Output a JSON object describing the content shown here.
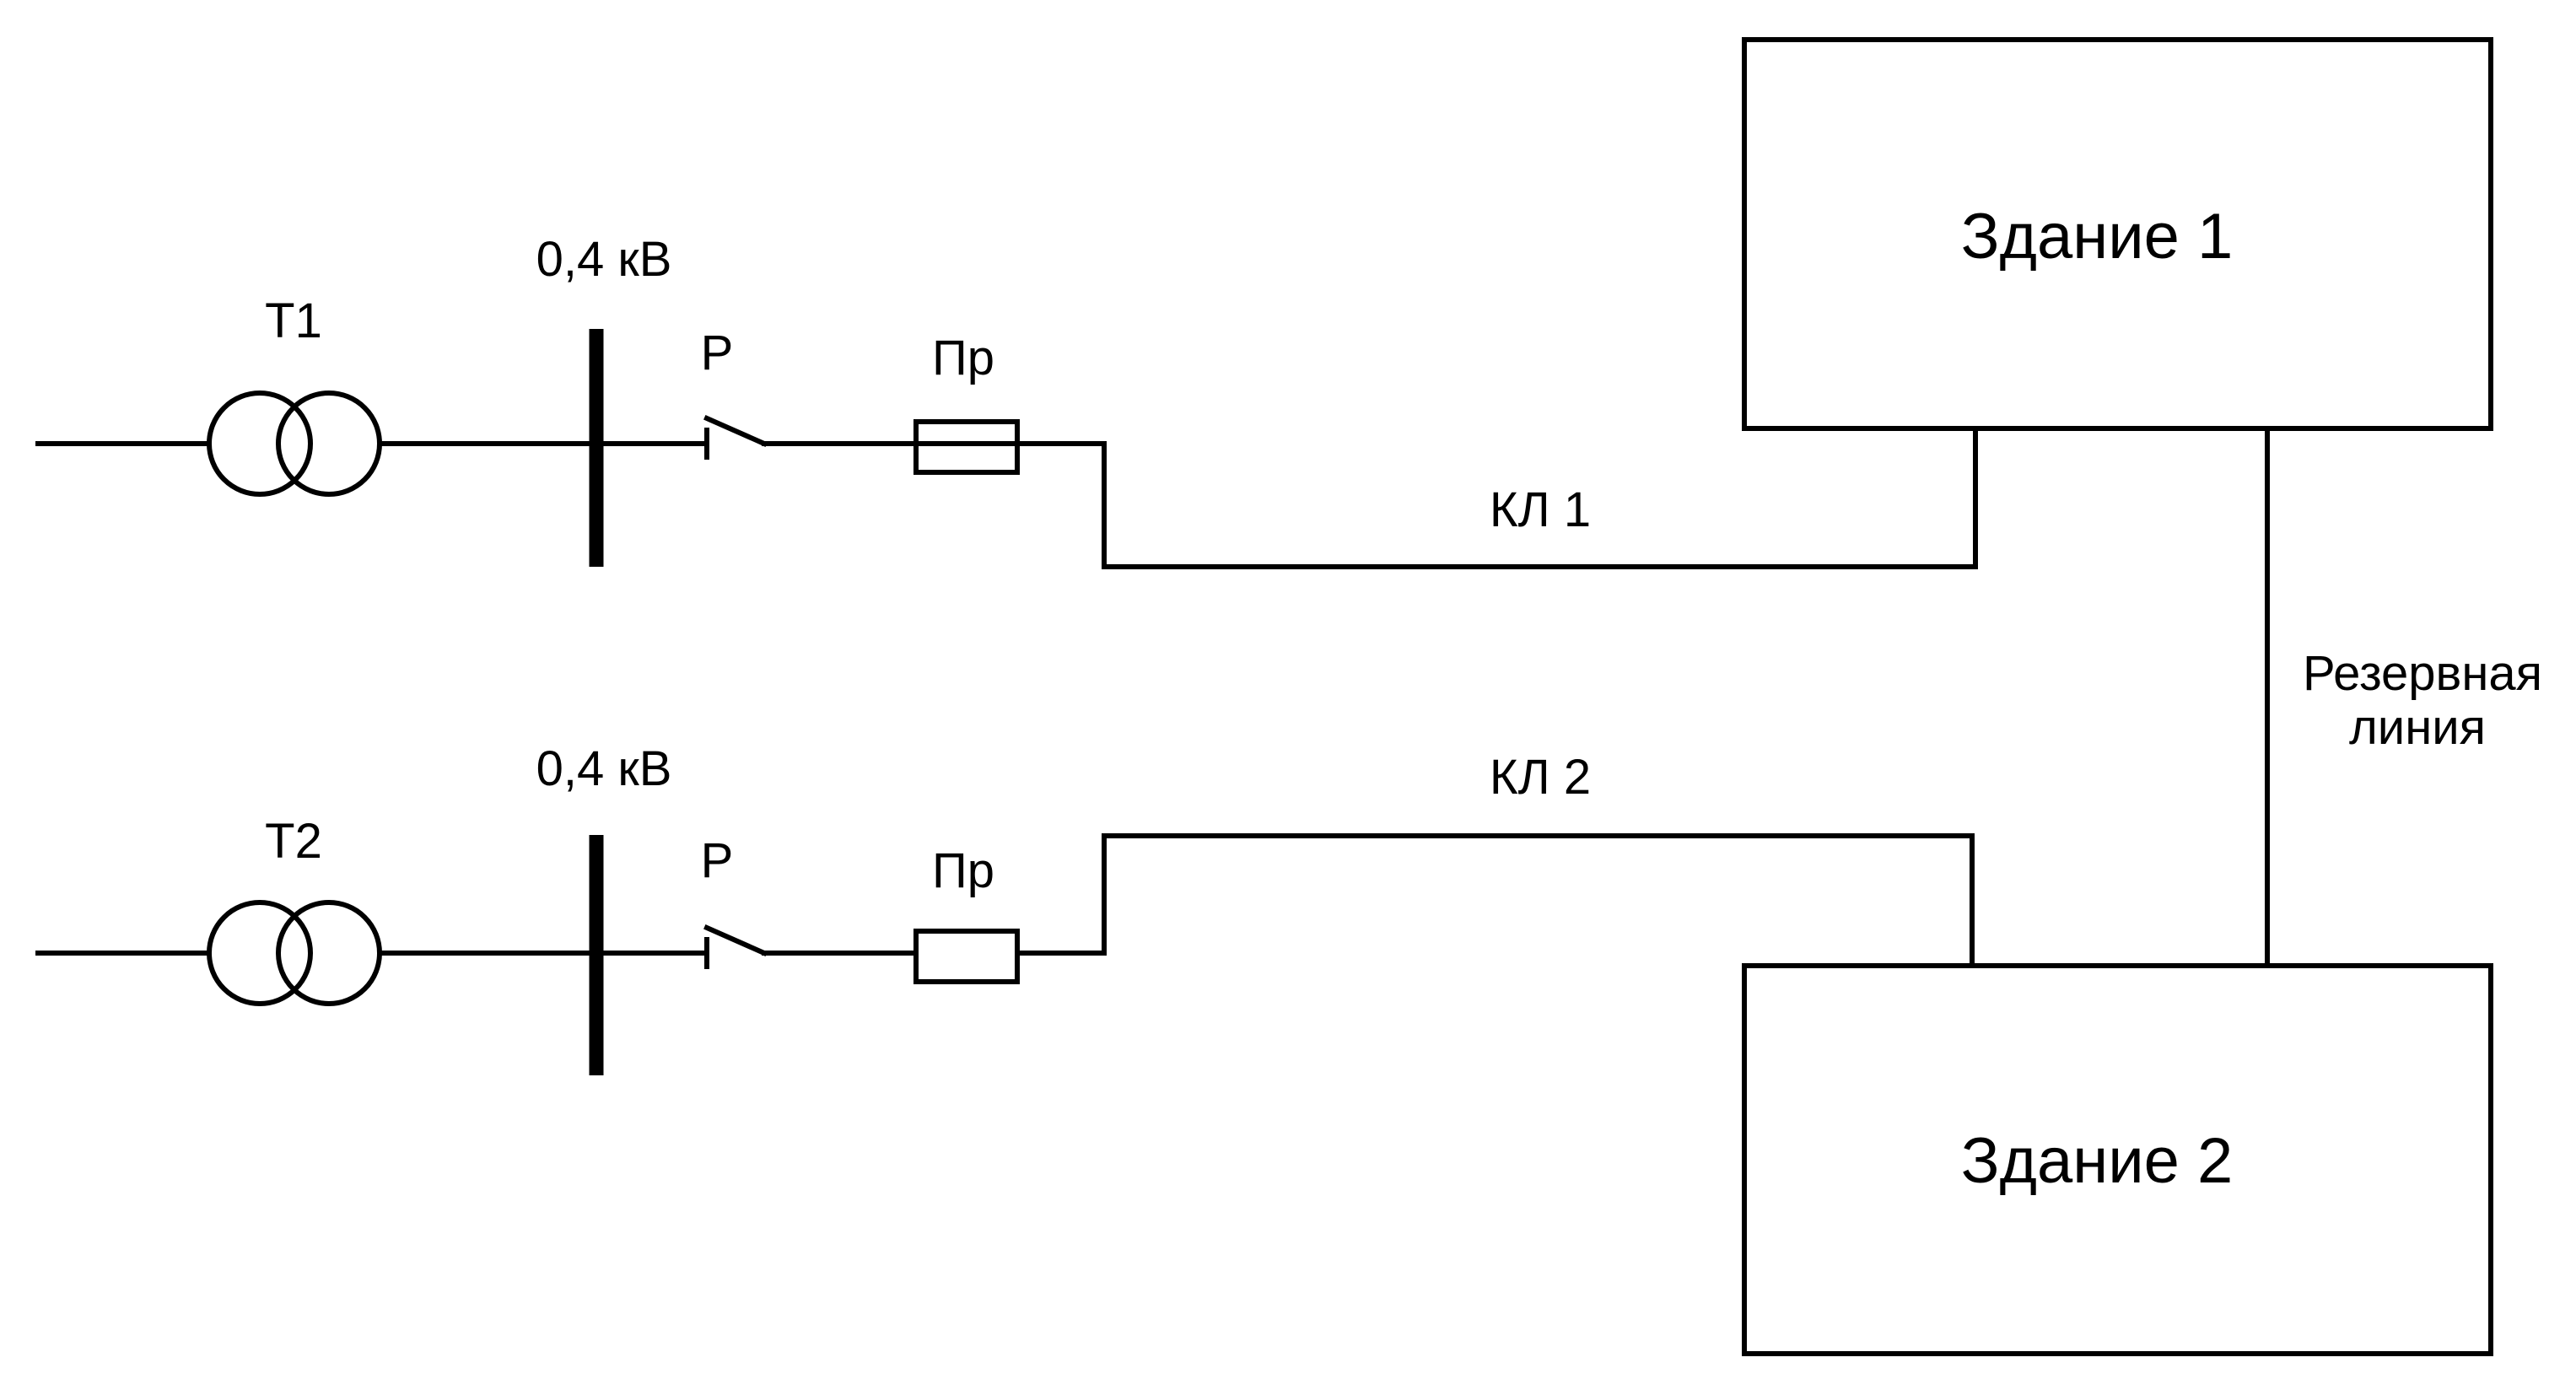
{
  "diagram": {
    "type": "single-line electrical supply scheme",
    "feeders": [
      {
        "transformer_label": "Т1",
        "bus_voltage_label": "0,4 кВ",
        "switch_label": "Р",
        "fuse_label": "Пр",
        "cable_label": "КЛ 1",
        "feeds": "Здание 1"
      },
      {
        "transformer_label": "Т2",
        "bus_voltage_label": "0,4 кВ",
        "switch_label": "Р",
        "fuse_label": "Пр",
        "cable_label": "КЛ 2",
        "feeds": "Здание 2"
      }
    ],
    "buildings": [
      {
        "label": "Здание 1"
      },
      {
        "label": "Здание 2"
      }
    ],
    "reserve_line": {
      "label_line1": "Резервная",
      "label_line2": "линия",
      "connects": [
        "Здание 1",
        "Здание 2"
      ]
    }
  }
}
